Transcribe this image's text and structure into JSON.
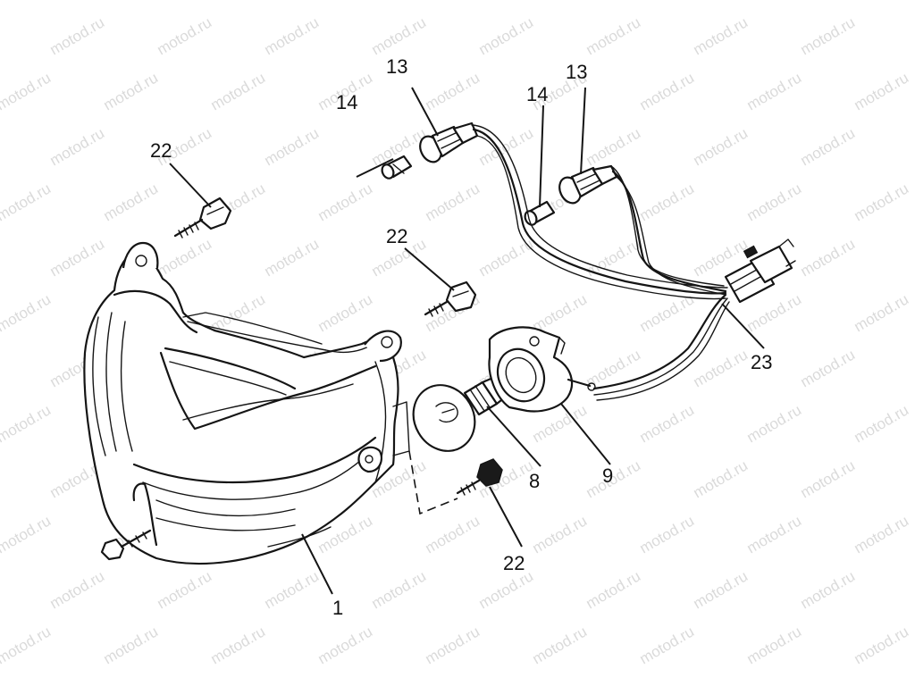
{
  "diagram": {
    "watermark": "motod.ru",
    "callouts": [
      {
        "id": "c1",
        "label": "1"
      },
      {
        "id": "c8",
        "label": "8"
      },
      {
        "id": "c9",
        "label": "9"
      },
      {
        "id": "c13a",
        "label": "13"
      },
      {
        "id": "c13b",
        "label": "13"
      },
      {
        "id": "c14a",
        "label": "14"
      },
      {
        "id": "c14b",
        "label": "14"
      },
      {
        "id": "c22a",
        "label": "22"
      },
      {
        "id": "c22b",
        "label": "22"
      },
      {
        "id": "c22c",
        "label": "22"
      },
      {
        "id": "c23",
        "label": "23"
      }
    ]
  }
}
